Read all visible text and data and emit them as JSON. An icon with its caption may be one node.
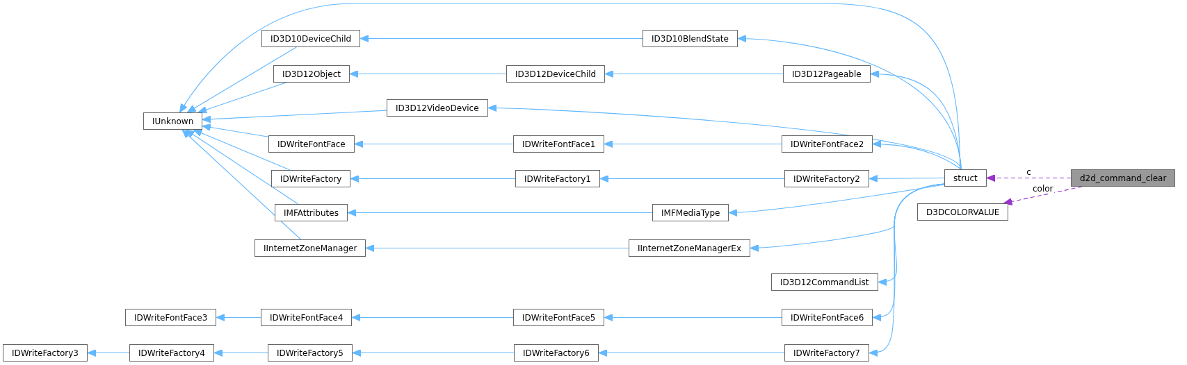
{
  "diagram": {
    "nodes": [
      {
        "text": [
          "IUnknown"
        ]
      },
      {
        "text": [
          "ID3D10DeviceChild"
        ]
      },
      {
        "text": [
          "ID3D12Object"
        ]
      },
      {
        "text": [
          "ID3D12VideoDevice"
        ]
      },
      {
        "text": [
          "IDWriteFontFace"
        ]
      },
      {
        "text": [
          "IDWriteFactory"
        ]
      },
      {
        "text": [
          "IMFAttributes"
        ]
      },
      {
        "text": [
          "IInternetZoneManager"
        ]
      },
      {
        "text": [
          "ID3D10BlendState"
        ]
      },
      {
        "text": [
          "ID3D12DeviceChild"
        ]
      },
      {
        "text": [
          "ID3D12Pageable"
        ]
      },
      {
        "text": [
          "IDWriteFontFace1"
        ]
      },
      {
        "text": [
          "IDWriteFontFace2"
        ]
      },
      {
        "text": [
          "IDWriteFactory1"
        ]
      },
      {
        "text": [
          "IDWriteFactory2"
        ]
      },
      {
        "text": [
          "IMFMediaType"
        ]
      },
      {
        "text": [
          "IInternetZoneManagerEx"
        ]
      },
      {
        "text": [
          "ID3D12CommandList"
        ]
      },
      {
        "text": [
          "IDWriteFontFace3"
        ]
      },
      {
        "text": [
          "IDWriteFontFace4"
        ]
      },
      {
        "text": [
          "IDWriteFontFace5"
        ]
      },
      {
        "text": [
          "IDWriteFontFace6"
        ]
      },
      {
        "text": [
          "IDWriteFactory3"
        ]
      },
      {
        "text": [
          "IDWriteFactory4"
        ]
      },
      {
        "text": [
          "IDWriteFactory5"
        ]
      },
      {
        "text": [
          "IDWriteFactory6"
        ]
      },
      {
        "text": [
          "IDWriteFactory7"
        ]
      },
      {
        "text": [
          "struct"
        ]
      },
      {
        "text": [
          "D3DCOLORVALUE"
        ]
      },
      {
        "text": [
          "d2d_command_clear"
        ]
      }
    ],
    "edges": [
      {
        "from": 1,
        "to": 0,
        "arrow": "to"
      },
      {
        "from": 2,
        "to": 0,
        "arrow": "to"
      },
      {
        "from": 3,
        "to": 0,
        "arrow": "to"
      },
      {
        "from": 4,
        "to": 0,
        "arrow": "to"
      },
      {
        "from": 5,
        "to": 0,
        "arrow": "to"
      },
      {
        "from": 6,
        "to": 0,
        "arrow": "to"
      },
      {
        "from": 7,
        "to": 0,
        "arrow": "to"
      },
      {
        "from": 27,
        "to": 0,
        "arrow": "to"
      },
      {
        "from": 8,
        "to": 1,
        "arrow": "to"
      },
      {
        "from": 9,
        "to": 2,
        "arrow": "to"
      },
      {
        "from": 10,
        "to": 9,
        "arrow": "to"
      },
      {
        "from": 11,
        "to": 4,
        "arrow": "to"
      },
      {
        "from": 12,
        "to": 11,
        "arrow": "to"
      },
      {
        "from": 13,
        "to": 5,
        "arrow": "to"
      },
      {
        "from": 14,
        "to": 13,
        "arrow": "to"
      },
      {
        "from": 15,
        "to": 6,
        "arrow": "to"
      },
      {
        "from": 16,
        "to": 7,
        "arrow": "to"
      },
      {
        "from": 27,
        "to": 8,
        "arrow": "to"
      },
      {
        "from": 27,
        "to": 10,
        "arrow": "to"
      },
      {
        "from": 27,
        "to": 3,
        "arrow": "to"
      },
      {
        "from": 27,
        "to": 12,
        "arrow": "to"
      },
      {
        "from": 27,
        "to": 14,
        "arrow": "to"
      },
      {
        "from": 27,
        "to": 15,
        "arrow": "to"
      },
      {
        "from": 27,
        "to": 16,
        "arrow": "to"
      },
      {
        "from": 27,
        "to": 17,
        "arrow": "to"
      },
      {
        "from": 27,
        "to": 21,
        "arrow": "to"
      },
      {
        "from": 27,
        "to": 26,
        "arrow": "to"
      },
      {
        "from": 19,
        "to": 18,
        "arrow": "to"
      },
      {
        "from": 20,
        "to": 19,
        "arrow": "to"
      },
      {
        "from": 21,
        "to": 20,
        "arrow": "to"
      },
      {
        "from": 23,
        "to": 22,
        "arrow": "to"
      },
      {
        "from": 24,
        "to": 23,
        "arrow": "to"
      },
      {
        "from": 25,
        "to": 24,
        "arrow": "to"
      },
      {
        "from": 26,
        "to": 25,
        "arrow": "to"
      },
      {
        "from": 29,
        "to": 27,
        "arrow": "to",
        "label": "c",
        "style": "dashed",
        "color": "#9a32cd"
      },
      {
        "from": 29,
        "to": 28,
        "arrow": "to",
        "label": "color",
        "style": "dashed",
        "color": "#9a32cd"
      }
    ]
  }
}
